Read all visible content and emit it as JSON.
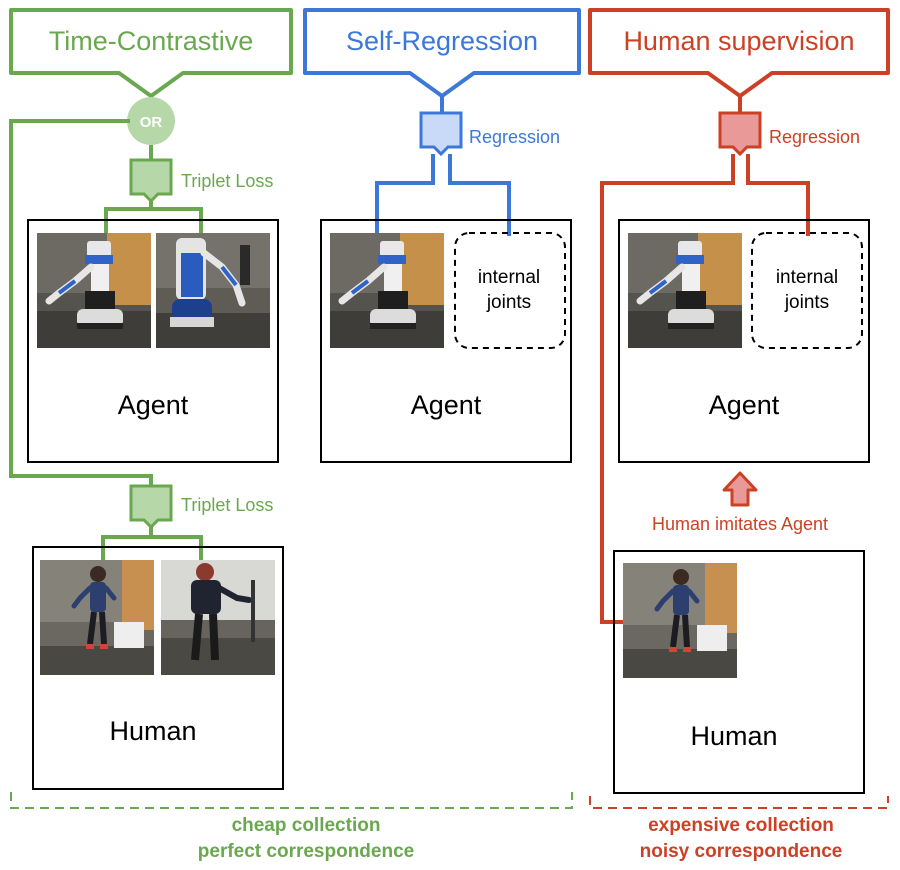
{
  "colors": {
    "green": "#6aa84f",
    "green_fill": "#b6d7a8",
    "blue": "#3c78d8",
    "blue_fill": "#c9daf8",
    "red": "#cc4125",
    "red_fill": "#ea9999",
    "black": "#000000",
    "photo_bg": "#5a5852"
  },
  "columns": {
    "time_contrastive": {
      "title": "Time-Contrastive",
      "or_label": "OR",
      "top_loss": "Triplet Loss",
      "bottom_loss": "Triplet Loss",
      "agent_label": "Agent",
      "human_label": "Human"
    },
    "self_regression": {
      "title": "Self-Regression",
      "op_label": "Regression",
      "internal": [
        "internal",
        "joints"
      ],
      "agent_label": "Agent"
    },
    "human_supervision": {
      "title": "Human supervision",
      "op_label": "Regression",
      "internal": [
        "internal",
        "joints"
      ],
      "agent_label": "Agent",
      "imitates_label": "Human imitates Agent",
      "human_label": "Human"
    }
  },
  "footer": {
    "left": [
      "cheap collection",
      "perfect correspondence"
    ],
    "right": [
      "expensive collection",
      "noisy correspondence"
    ]
  }
}
